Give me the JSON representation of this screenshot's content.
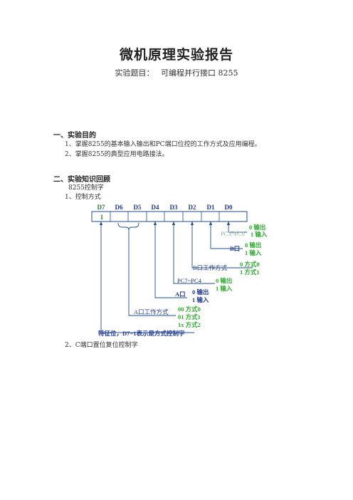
{
  "doc": {
    "title": "微机原理实验报告",
    "subtitle_label": "实验题目：",
    "subtitle_value": "可编程并行接口 8255"
  },
  "section1": {
    "heading": "一、实验目的",
    "items": [
      "1、掌握8255的基本输入输出和PC端口位控的工作方式及应用编程。",
      "2、掌握8255的典型应用电路接法。"
    ]
  },
  "section2": {
    "heading": "二、实验知识回顾",
    "line1": "8255控制字",
    "line2": "1、控制方式",
    "line3": "2、C端口置位复位控制字"
  },
  "diagram": {
    "bits": [
      "D7",
      "D6",
      "D5",
      "D4",
      "D3",
      "D2",
      "D1",
      "D0"
    ],
    "d7_value": "1",
    "labels": {
      "pc_low": "PC3~PC0",
      "pc_low_out": "0 输出",
      "pc_low_in": "1 输入",
      "port_b": "B口",
      "port_b_out": "0 输出",
      "port_b_in": "1  输入",
      "b_mode": "B口工作方式",
      "b_mode_0": "0 方式0",
      "b_mode_1": "1 方式1",
      "pc_high": "PC7~PC4",
      "pc_high_out": "0 输出",
      "pc_high_in": "1 输入",
      "port_a": "A口",
      "port_a_out": "0 输出",
      "port_a_in": "1 输入",
      "a_mode": "A口工作方式",
      "a_mode_00": "00  方式0",
      "a_mode_01": "01  方式1",
      "a_mode_1x": "1x  方式2",
      "feature": "特征位，D7=1表示是方式控制字"
    },
    "colors": {
      "header": "#2e7d32",
      "box_line": "#1f4e8c",
      "label_blue": "#1f3a93",
      "label_green": "#2eaa2e",
      "pc_low_gray": "#8fb89a"
    }
  }
}
